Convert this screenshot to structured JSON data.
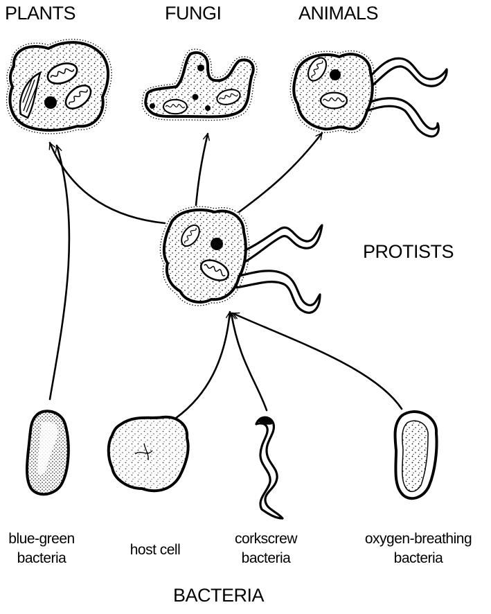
{
  "kingdoms": {
    "plants": "PLANTS",
    "fungi": "FUNGI",
    "animals": "ANIMALS",
    "protists": "PROTISTS",
    "bacteria": "BACTERIA"
  },
  "bacteria_types": {
    "blue_green": [
      "blue-green",
      "bacteria"
    ],
    "host_cell": "host cell",
    "corkscrew": [
      "corkscrew",
      "bacteria"
    ],
    "oxygen_breathing": [
      "oxygen-breathing",
      "bacteria"
    ]
  }
}
